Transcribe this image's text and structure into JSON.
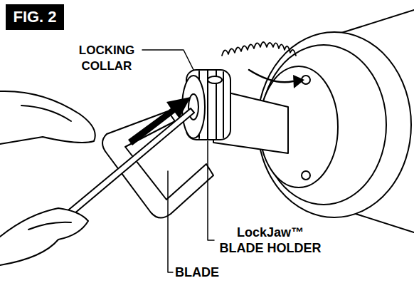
{
  "diagram": {
    "title": "FIG. 2",
    "labels": [
      "LOCKING COLLAR",
      "LockJaw™ BLADE HOLDER",
      "BLADE"
    ]
  }
}
